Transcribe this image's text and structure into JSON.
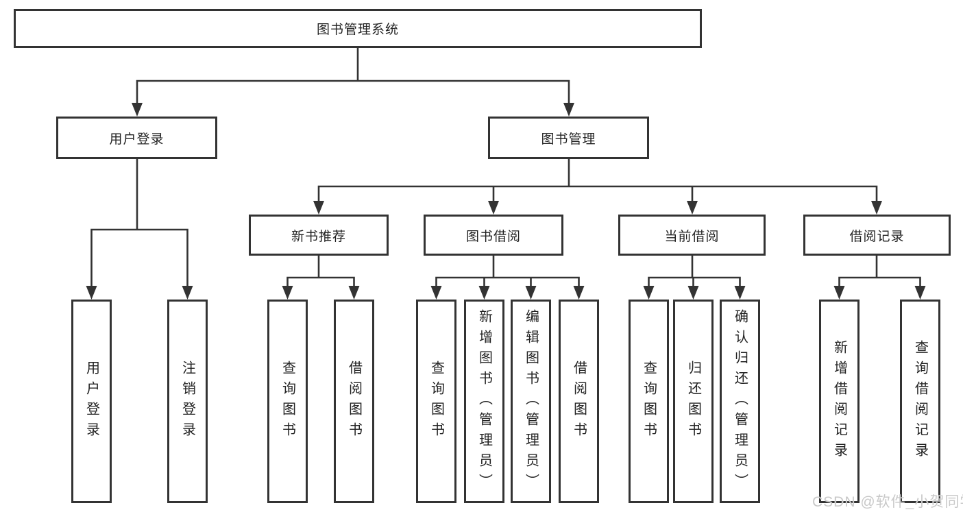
{
  "nodes": {
    "root": "图书管理系统",
    "level2": {
      "user_login": "用户登录",
      "book_management": "图书管理"
    },
    "level3": {
      "new_book_recommend": "新书推荐",
      "book_borrowing": "图书借阅",
      "current_borrowing": "当前借阅",
      "borrowing_records": "借阅记录"
    },
    "leaves": {
      "login": [
        "用户登录",
        "注销登录"
      ],
      "newbook": [
        "查询图书",
        "借阅图书"
      ],
      "borrow": [
        "查询图书",
        "新增图书（管理员）",
        "编辑图书（管理员）",
        "借阅图书"
      ],
      "current": [
        "查询图书",
        "归还图书",
        "确认归还（管理员）"
      ],
      "record": [
        "新增借阅记录",
        "查询借阅记录"
      ]
    }
  },
  "watermark": "CSDN @软件_小贺同学",
  "colors": {
    "background": "#ffffff",
    "line": "#333333",
    "box_border": "#333333",
    "text": "#222222",
    "watermark": "#c9c9c9"
  }
}
